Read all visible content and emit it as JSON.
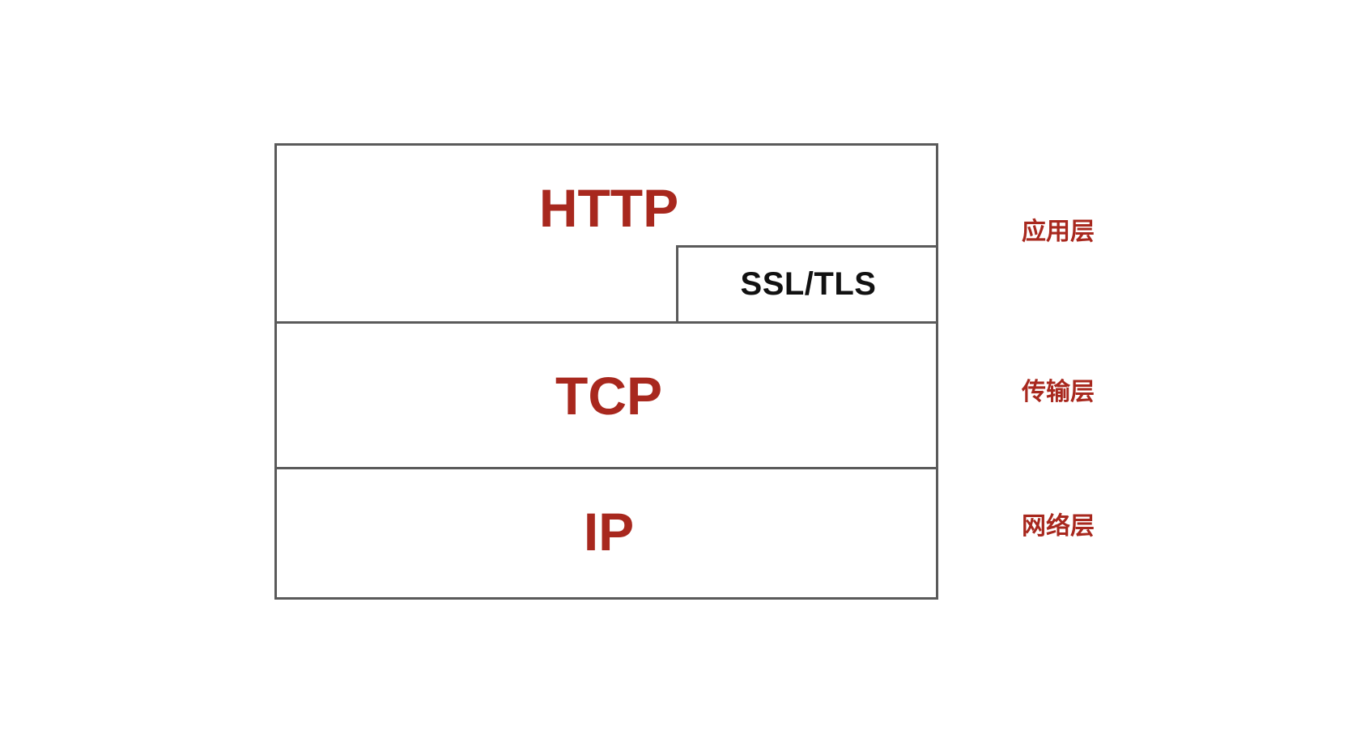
{
  "colors": {
    "accent": "#a8281e",
    "border": "#5a5a5a",
    "text_dark": "#111111"
  },
  "protocols": {
    "http": "HTTP",
    "ssl_tls": "SSL/TLS",
    "tcp": "TCP",
    "ip": "IP"
  },
  "layers": {
    "application": "应用层",
    "transport": "传输层",
    "network": "网络层"
  }
}
